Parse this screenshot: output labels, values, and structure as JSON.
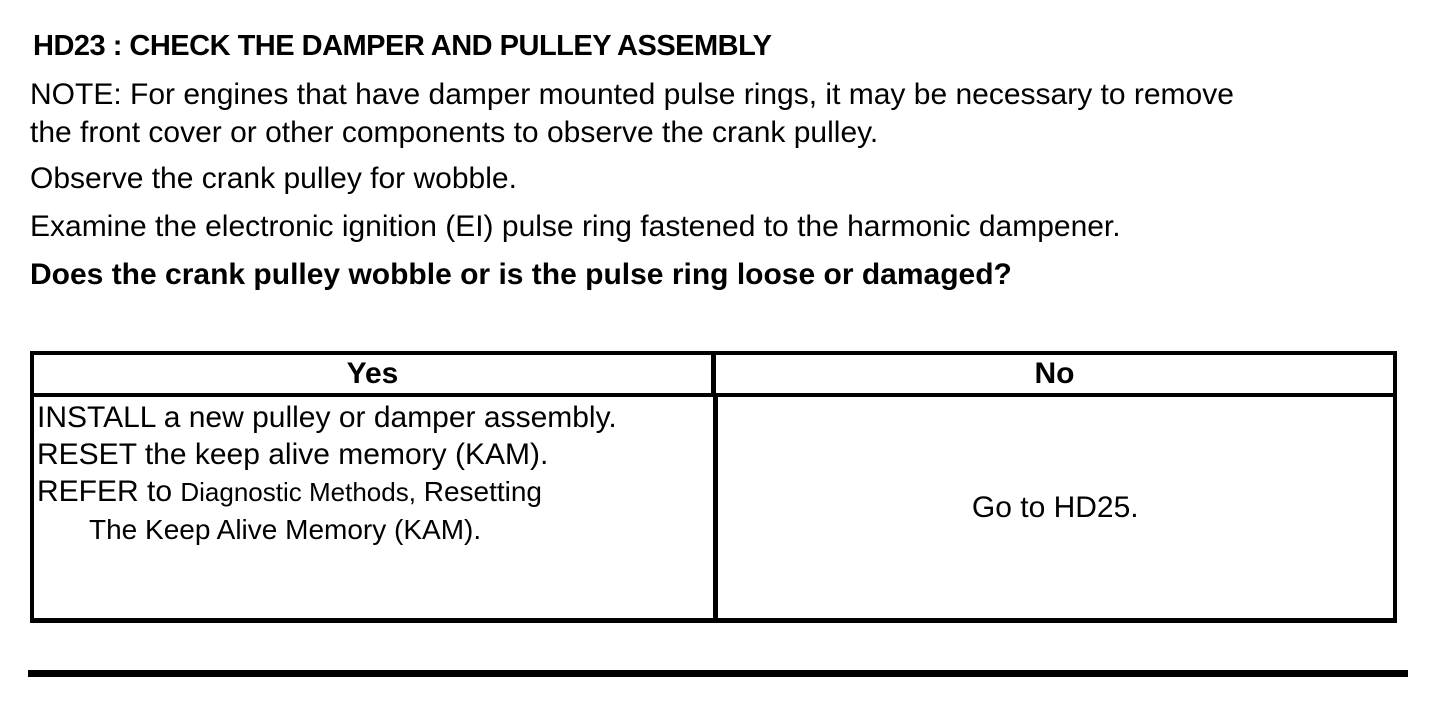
{
  "document": {
    "heading": "HD23 : CHECK THE DAMPER AND PULLEY ASSEMBLY",
    "note_lines": [
      "NOTE: For engines that have damper mounted pulse rings, it may be necessary to remove",
      "the front cover or other components to observe the crank pulley."
    ],
    "instructions": [
      "Observe the crank pulley for wobble.",
      "Examine the electronic ignition (EI) pulse ring fastened to the harmonic dampener."
    ],
    "question": "Does the crank pulley wobble or is the pulse ring loose or damaged?"
  },
  "decision_table": {
    "yes_header": "Yes",
    "no_header": "No",
    "yes_actions": {
      "line1": "INSTALL a new pulley or damper assembly.",
      "line2": "RESET the keep alive memory (KAM).",
      "line3_prefix": "REFER to ",
      "line3_reference": "Diagnostic Methods,",
      "line3_reference2": " Resetting",
      "line4_reference": "The Keep Alive Memory (KAM)."
    },
    "no_action": "Go to HD25."
  },
  "colors": {
    "text": "#000000",
    "background": "#ffffff",
    "border": "#000000"
  }
}
